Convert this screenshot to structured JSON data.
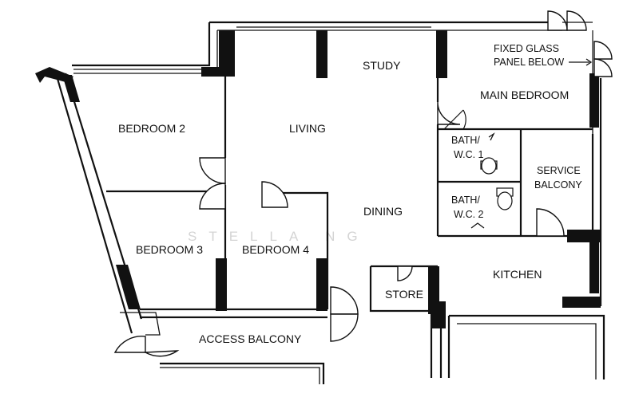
{
  "rooms": {
    "study": "STUDY",
    "main_bedroom": "MAIN BEDROOM",
    "fixed_glass_line1": "FIXED GLASS",
    "fixed_glass_line2": "PANEL BELOW",
    "bedroom_2": "BEDROOM 2",
    "living": "LIVING",
    "bath_wc1_line1": "BATH/",
    "bath_wc1_line2": "W.C. 1",
    "service_balcony_line1": "SERVICE",
    "service_balcony_line2": "BALCONY",
    "bath_wc2_line1": "BATH/",
    "bath_wc2_line2": "W.C. 2",
    "dining": "DINING",
    "bedroom_3": "BEDROOM 3",
    "bedroom_4": "BEDROOM 4",
    "kitchen": "KITCHEN",
    "store": "STORE",
    "access_balcony": "ACCESS BALCONY"
  },
  "watermark": "STELLA NG",
  "colors": {
    "wall": "#111111",
    "background": "#ffffff",
    "watermark": "#d4d4d4"
  }
}
